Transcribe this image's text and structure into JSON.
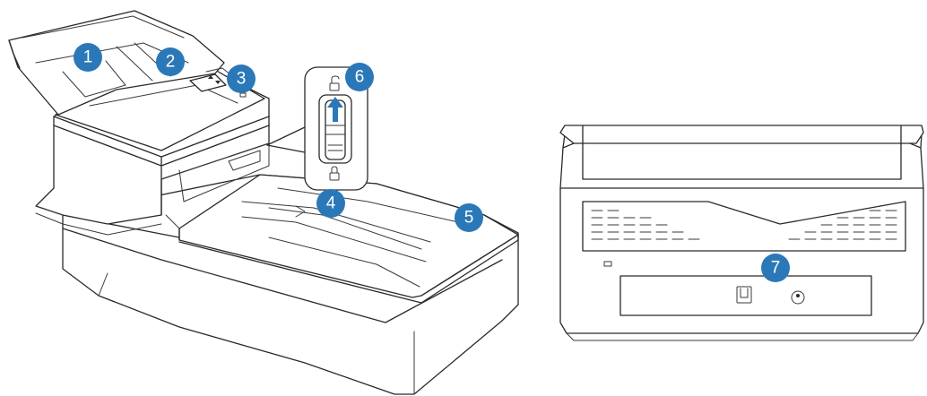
{
  "diagram": {
    "callouts": [
      {
        "id": "c1",
        "label": "1"
      },
      {
        "id": "c2",
        "label": "2"
      },
      {
        "id": "c3",
        "label": "3"
      },
      {
        "id": "c4",
        "label": "4"
      },
      {
        "id": "c5",
        "label": "5"
      },
      {
        "id": "c6",
        "label": "6"
      },
      {
        "id": "c7",
        "label": "7"
      }
    ],
    "colors": {
      "callout_fill": "#2b78b8",
      "callout_text": "#ffffff",
      "line_art": "#2a2a2a",
      "lock_arrow": "#2b78b8"
    },
    "icons": [
      "scanner-front-view",
      "scanner-rear-view",
      "lock-switch-inset",
      "unlocked-padlock-icon",
      "locked-padlock-icon",
      "up-arrow-icon",
      "usb-port-icon",
      "power-port-icon"
    ]
  }
}
